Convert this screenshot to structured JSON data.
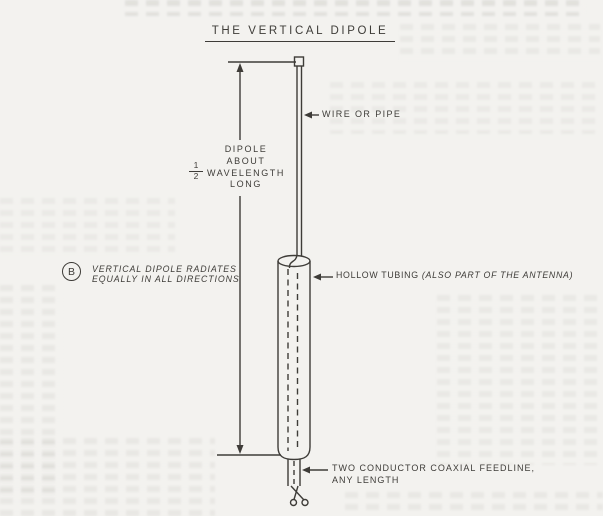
{
  "page": {
    "title": "THE VERTICAL DIPOLE"
  },
  "callout": {
    "letter": "B",
    "caption_line1": "VERTICAL DIPOLE RADIATES",
    "caption_line2": "EQUALLY IN ALL DIRECTIONS"
  },
  "labels": {
    "wire": "WIRE OR PIPE",
    "length_lines": [
      "DIPOLE",
      "ABOUT",
      "WAVELENGTH",
      "LONG"
    ],
    "fraction": {
      "numerator": "1",
      "denominator": "2"
    },
    "tubing": "HOLLOW TUBING",
    "tubing_note": "(ALSO PART OF THE ANTENNA)",
    "feedline_line1": "TWO CONDUCTOR COAXIAL FEEDLINE,",
    "feedline_line2": "ANY LENGTH"
  },
  "colors": {
    "ink": "#3e3c38",
    "paper": "#f3f2ef"
  }
}
